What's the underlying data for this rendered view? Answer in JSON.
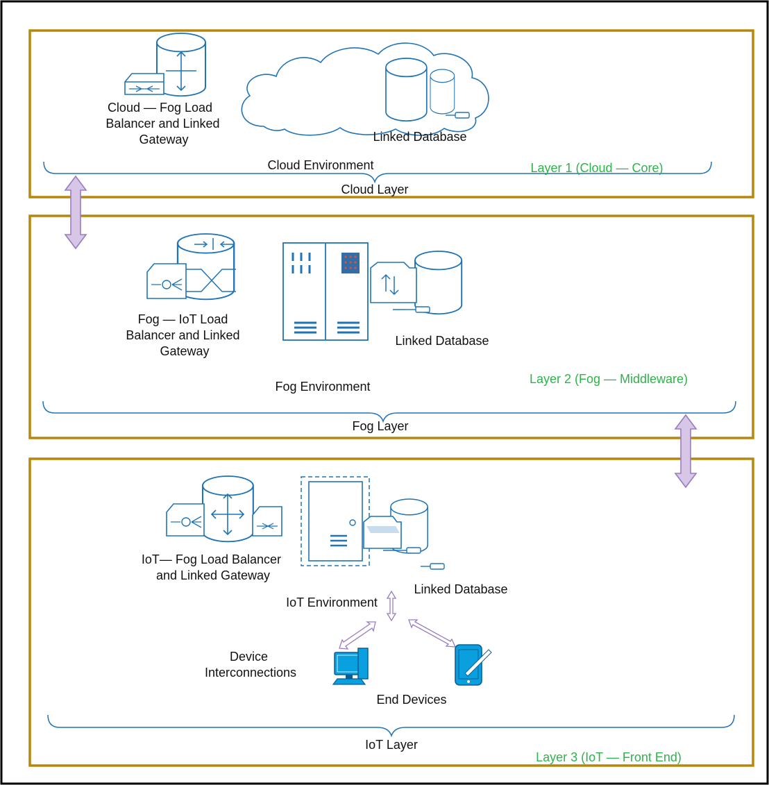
{
  "colors": {
    "layer_border": "#b8860b",
    "icon_stroke": "#1f73b7",
    "icon_fill": "#ffffff",
    "arrow_fill": "#d7c6e6",
    "arrow_stroke": "#9a7bbf",
    "layer_label": "#2db34a",
    "device_blue": "#0aa0e0",
    "outer_border": "#000000"
  },
  "layers": [
    {
      "layer_label": "Layer 1 (Cloud — Core)",
      "environment": "Cloud Environment",
      "layer_name": "Cloud Layer",
      "gateway": [
        "Cloud — Fog Load",
        "Balancer and Linked",
        "Gateway"
      ],
      "database": "Linked Database"
    },
    {
      "layer_label": "Layer 2 (Fog  — Middleware)",
      "environment": "Fog Environment",
      "layer_name": "Fog Layer",
      "gateway": [
        "Fog — IoT Load",
        "Balancer and Linked",
        "Gateway"
      ],
      "database": "Linked Database"
    },
    {
      "layer_label": "Layer 3 (IoT — Front End)",
      "environment": "IoT Environment",
      "layer_name": "IoT Layer",
      "gateway": [
        "IoT— Fog Load Balancer",
        "and Linked Gateway"
      ],
      "database": "Linked Database",
      "interconnections": [
        "Device",
        "Interconnections"
      ],
      "end_devices": "End Devices"
    }
  ],
  "icons": [
    "router-icon",
    "gateway-icon",
    "cloud-icon",
    "database-icon",
    "server-rack-icon",
    "file-server-icon",
    "desktop-computer-icon",
    "tablet-icon",
    "double-arrow-icon"
  ]
}
